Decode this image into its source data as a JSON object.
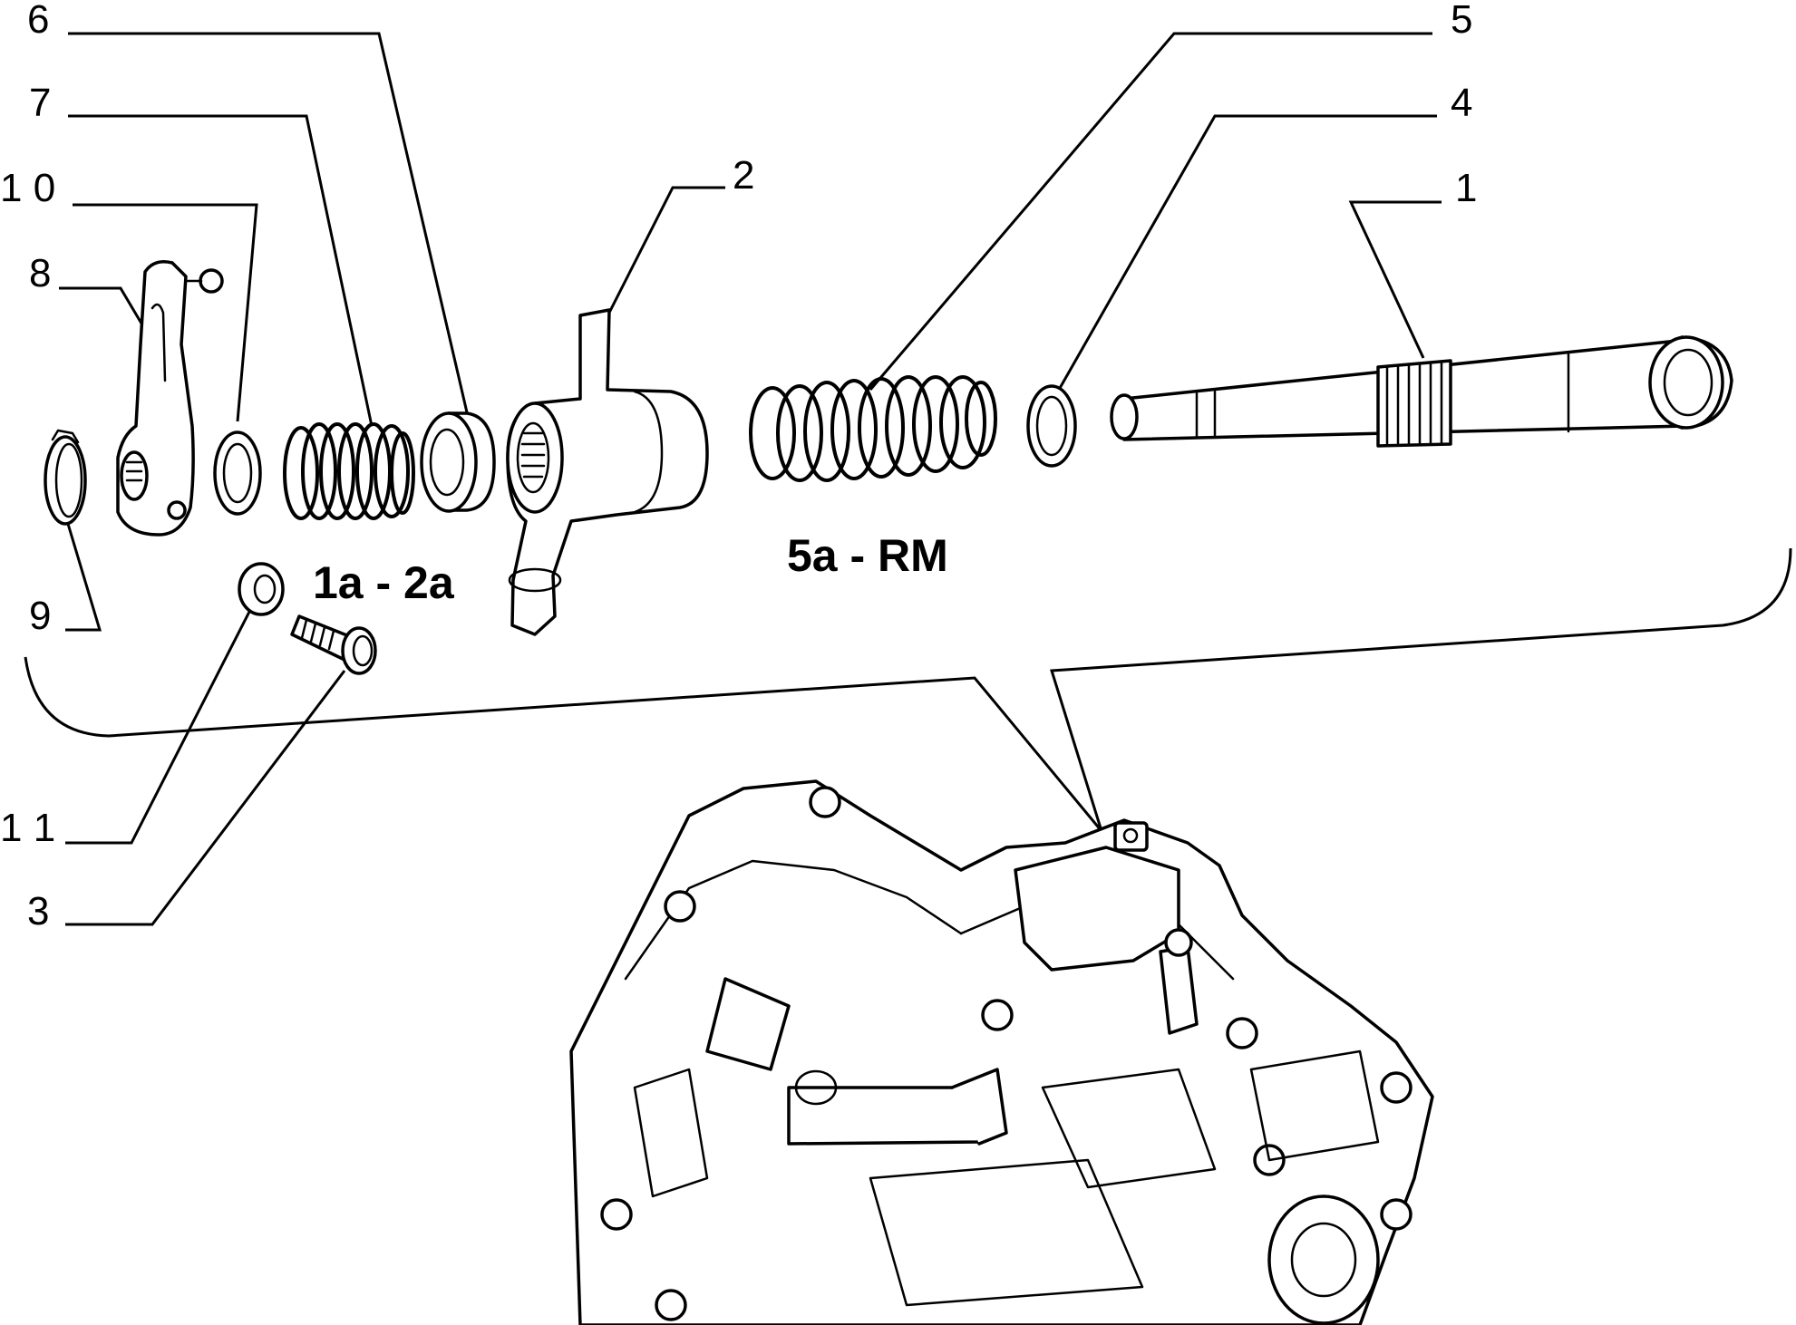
{
  "diagram": {
    "callouts": [
      {
        "id": "6",
        "label": "6"
      },
      {
        "id": "7",
        "label": "7"
      },
      {
        "id": "10",
        "label": "1 0"
      },
      {
        "id": "8",
        "label": "8"
      },
      {
        "id": "9",
        "label": "9"
      },
      {
        "id": "11",
        "label": "1 1"
      },
      {
        "id": "3",
        "label": "3"
      },
      {
        "id": "2",
        "label": "2"
      },
      {
        "id": "5",
        "label": "5"
      },
      {
        "id": "4",
        "label": "4"
      },
      {
        "id": "1",
        "label": "1"
      }
    ],
    "groups": [
      {
        "id": "g12",
        "label": "1a - 2a"
      },
      {
        "id": "g5rm",
        "label": "5a - RM"
      }
    ]
  }
}
